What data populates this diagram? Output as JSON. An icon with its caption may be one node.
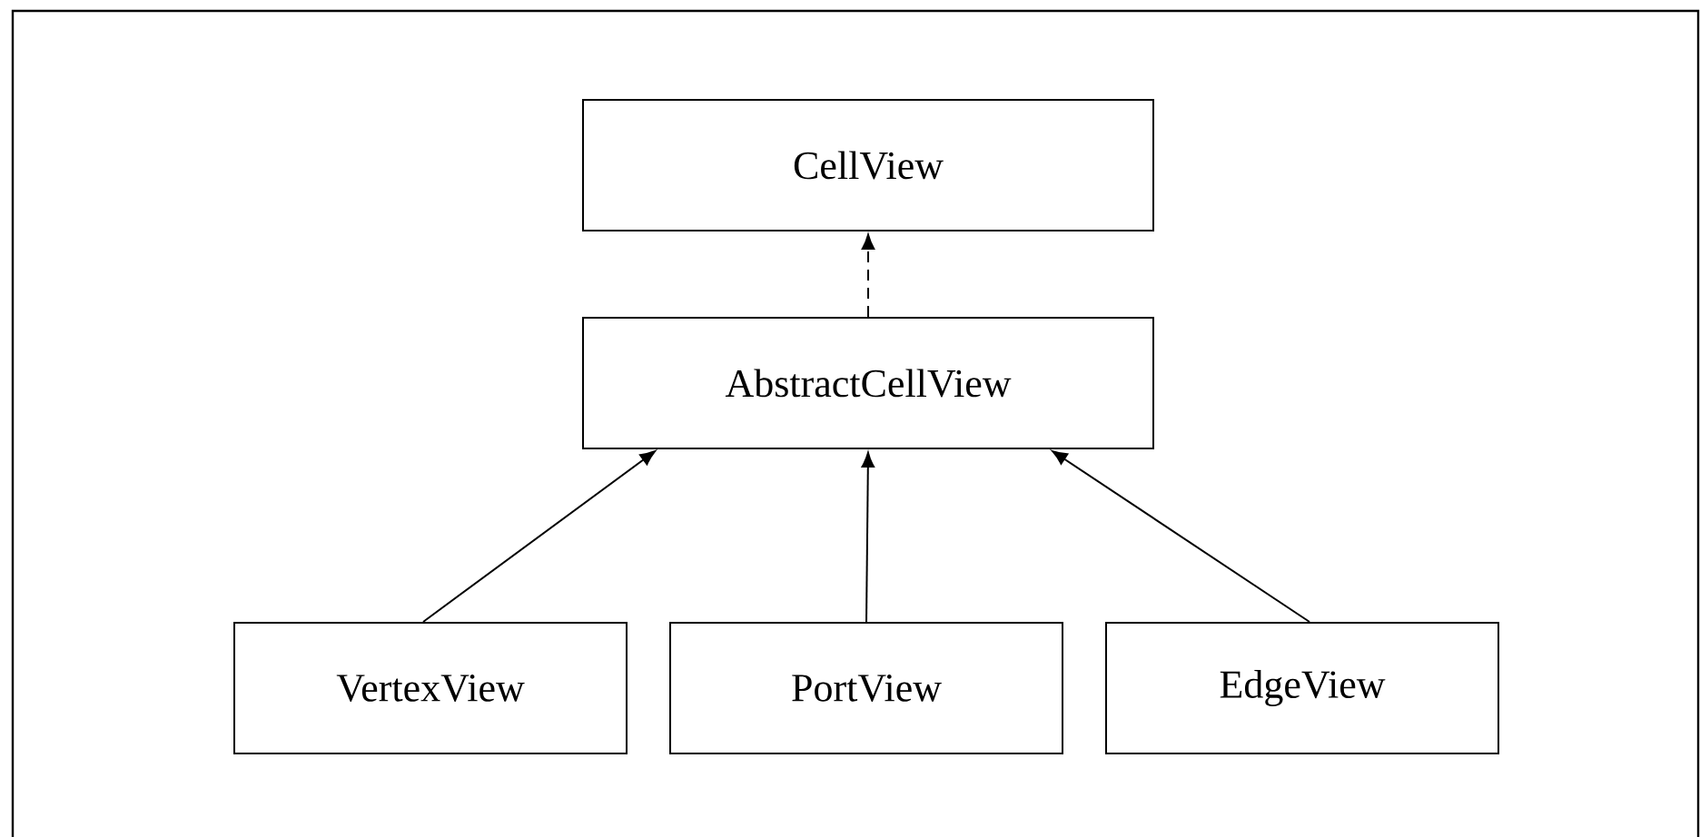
{
  "diagram": {
    "nodes": [
      {
        "text": [
          "CellView"
        ]
      },
      {
        "text": [
          "AbstractCellView"
        ]
      },
      {
        "text": [
          "VertexView"
        ]
      },
      {
        "text": [
          "PortView"
        ]
      },
      {
        "text": [
          "EdgeView"
        ]
      }
    ],
    "edges": [
      {
        "from": 1,
        "to": 0,
        "arrow": "to",
        "style": "dashed"
      },
      {
        "from": 2,
        "to": 1,
        "arrow": "to"
      },
      {
        "from": 3,
        "to": 1,
        "arrow": "to"
      },
      {
        "from": 4,
        "to": 1,
        "arrow": "to"
      }
    ]
  }
}
